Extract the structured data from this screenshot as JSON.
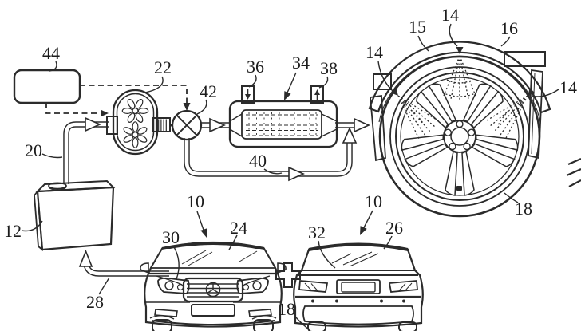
{
  "figure": {
    "background": "#ffffff",
    "line_color": "#2b2b2b",
    "reference_labels": {
      "control_unit": "44",
      "pump": "22",
      "valve": "42",
      "hx_inlet_port": "36",
      "heat_exchanger": "34",
      "hx_outlet_port": "38",
      "tire": "15",
      "nozzle_top": "14",
      "nozzle_left": "14",
      "nozzle_right": "14",
      "fender": "16",
      "suction_line": "20",
      "bypass_line": "40",
      "tank": "12",
      "return_line": "28",
      "hood": "30",
      "windshield": "24",
      "vehicle_front": "10",
      "trunk": "32",
      "rear_window": "26",
      "vehicle_rear": "10",
      "wheel_label": "18",
      "car_wheel_label": "18"
    }
  }
}
